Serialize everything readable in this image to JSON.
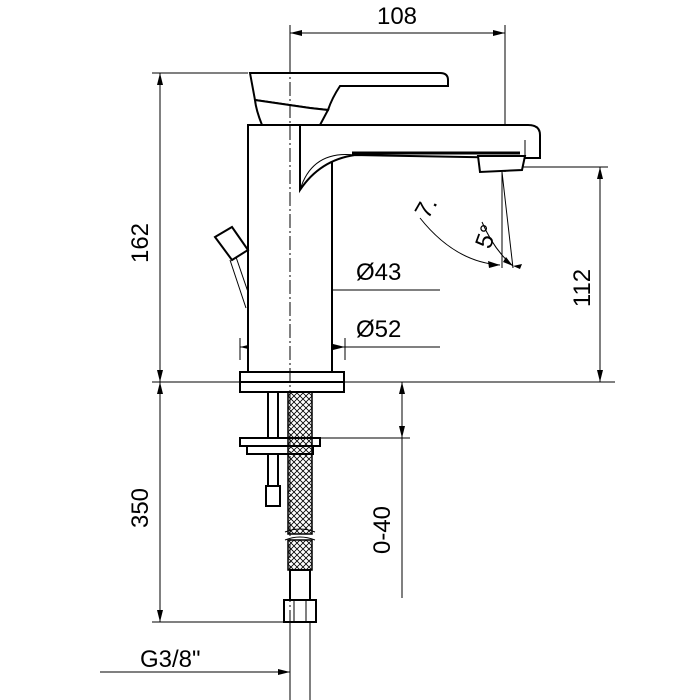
{
  "dimensions": {
    "spout_reach": "108",
    "total_height": "162",
    "spout_height": "112",
    "body_diameter": "Ø43",
    "base_diameter": "Ø52",
    "angle_outer": "7.",
    "angle_inner": "5°",
    "tail_length": "350",
    "worktop_range": "0-40",
    "thread": "G3/8\""
  },
  "colors": {
    "line": "#000000",
    "background": "#ffffff"
  }
}
